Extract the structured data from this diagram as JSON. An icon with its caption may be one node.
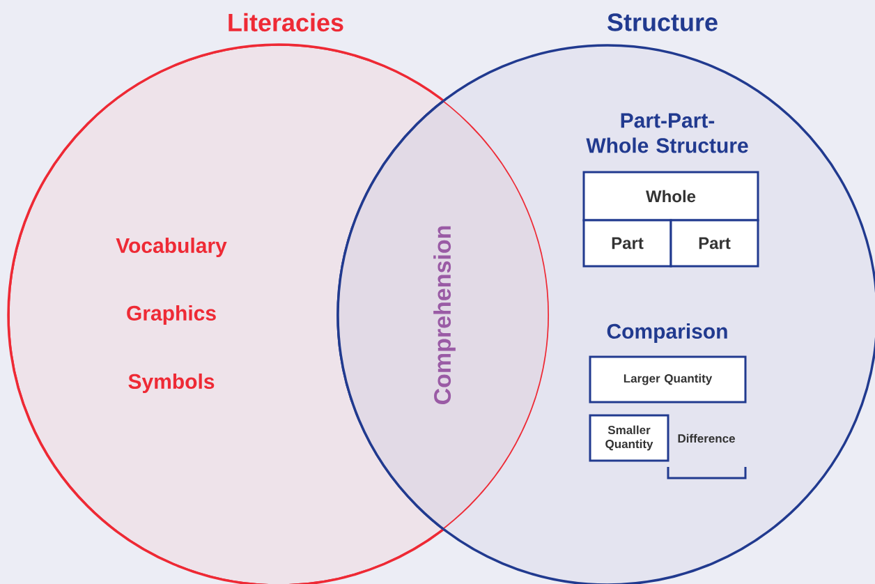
{
  "diagram": {
    "nodes": [
      {
        "text": [
          "Literacies",
          "Vocabulary",
          "Graphics",
          "Symbols"
        ]
      },
      {
        "text": [
          "Structure",
          "Part-Part-Whole Structure",
          "Comparison"
        ]
      },
      {
        "text": [
          "Whole"
        ],
        "in": 1
      },
      {
        "text": [
          "Part"
        ],
        "in": 1
      },
      {
        "text": [
          "Part"
        ],
        "in": 1
      },
      {
        "text": [
          "Larger Quantity"
        ],
        "in": 1
      },
      {
        "text": [
          "Smaller Quantity"
        ],
        "in": 1
      }
    ],
    "labels": [
      "Comprehension",
      "Difference"
    ]
  }
}
